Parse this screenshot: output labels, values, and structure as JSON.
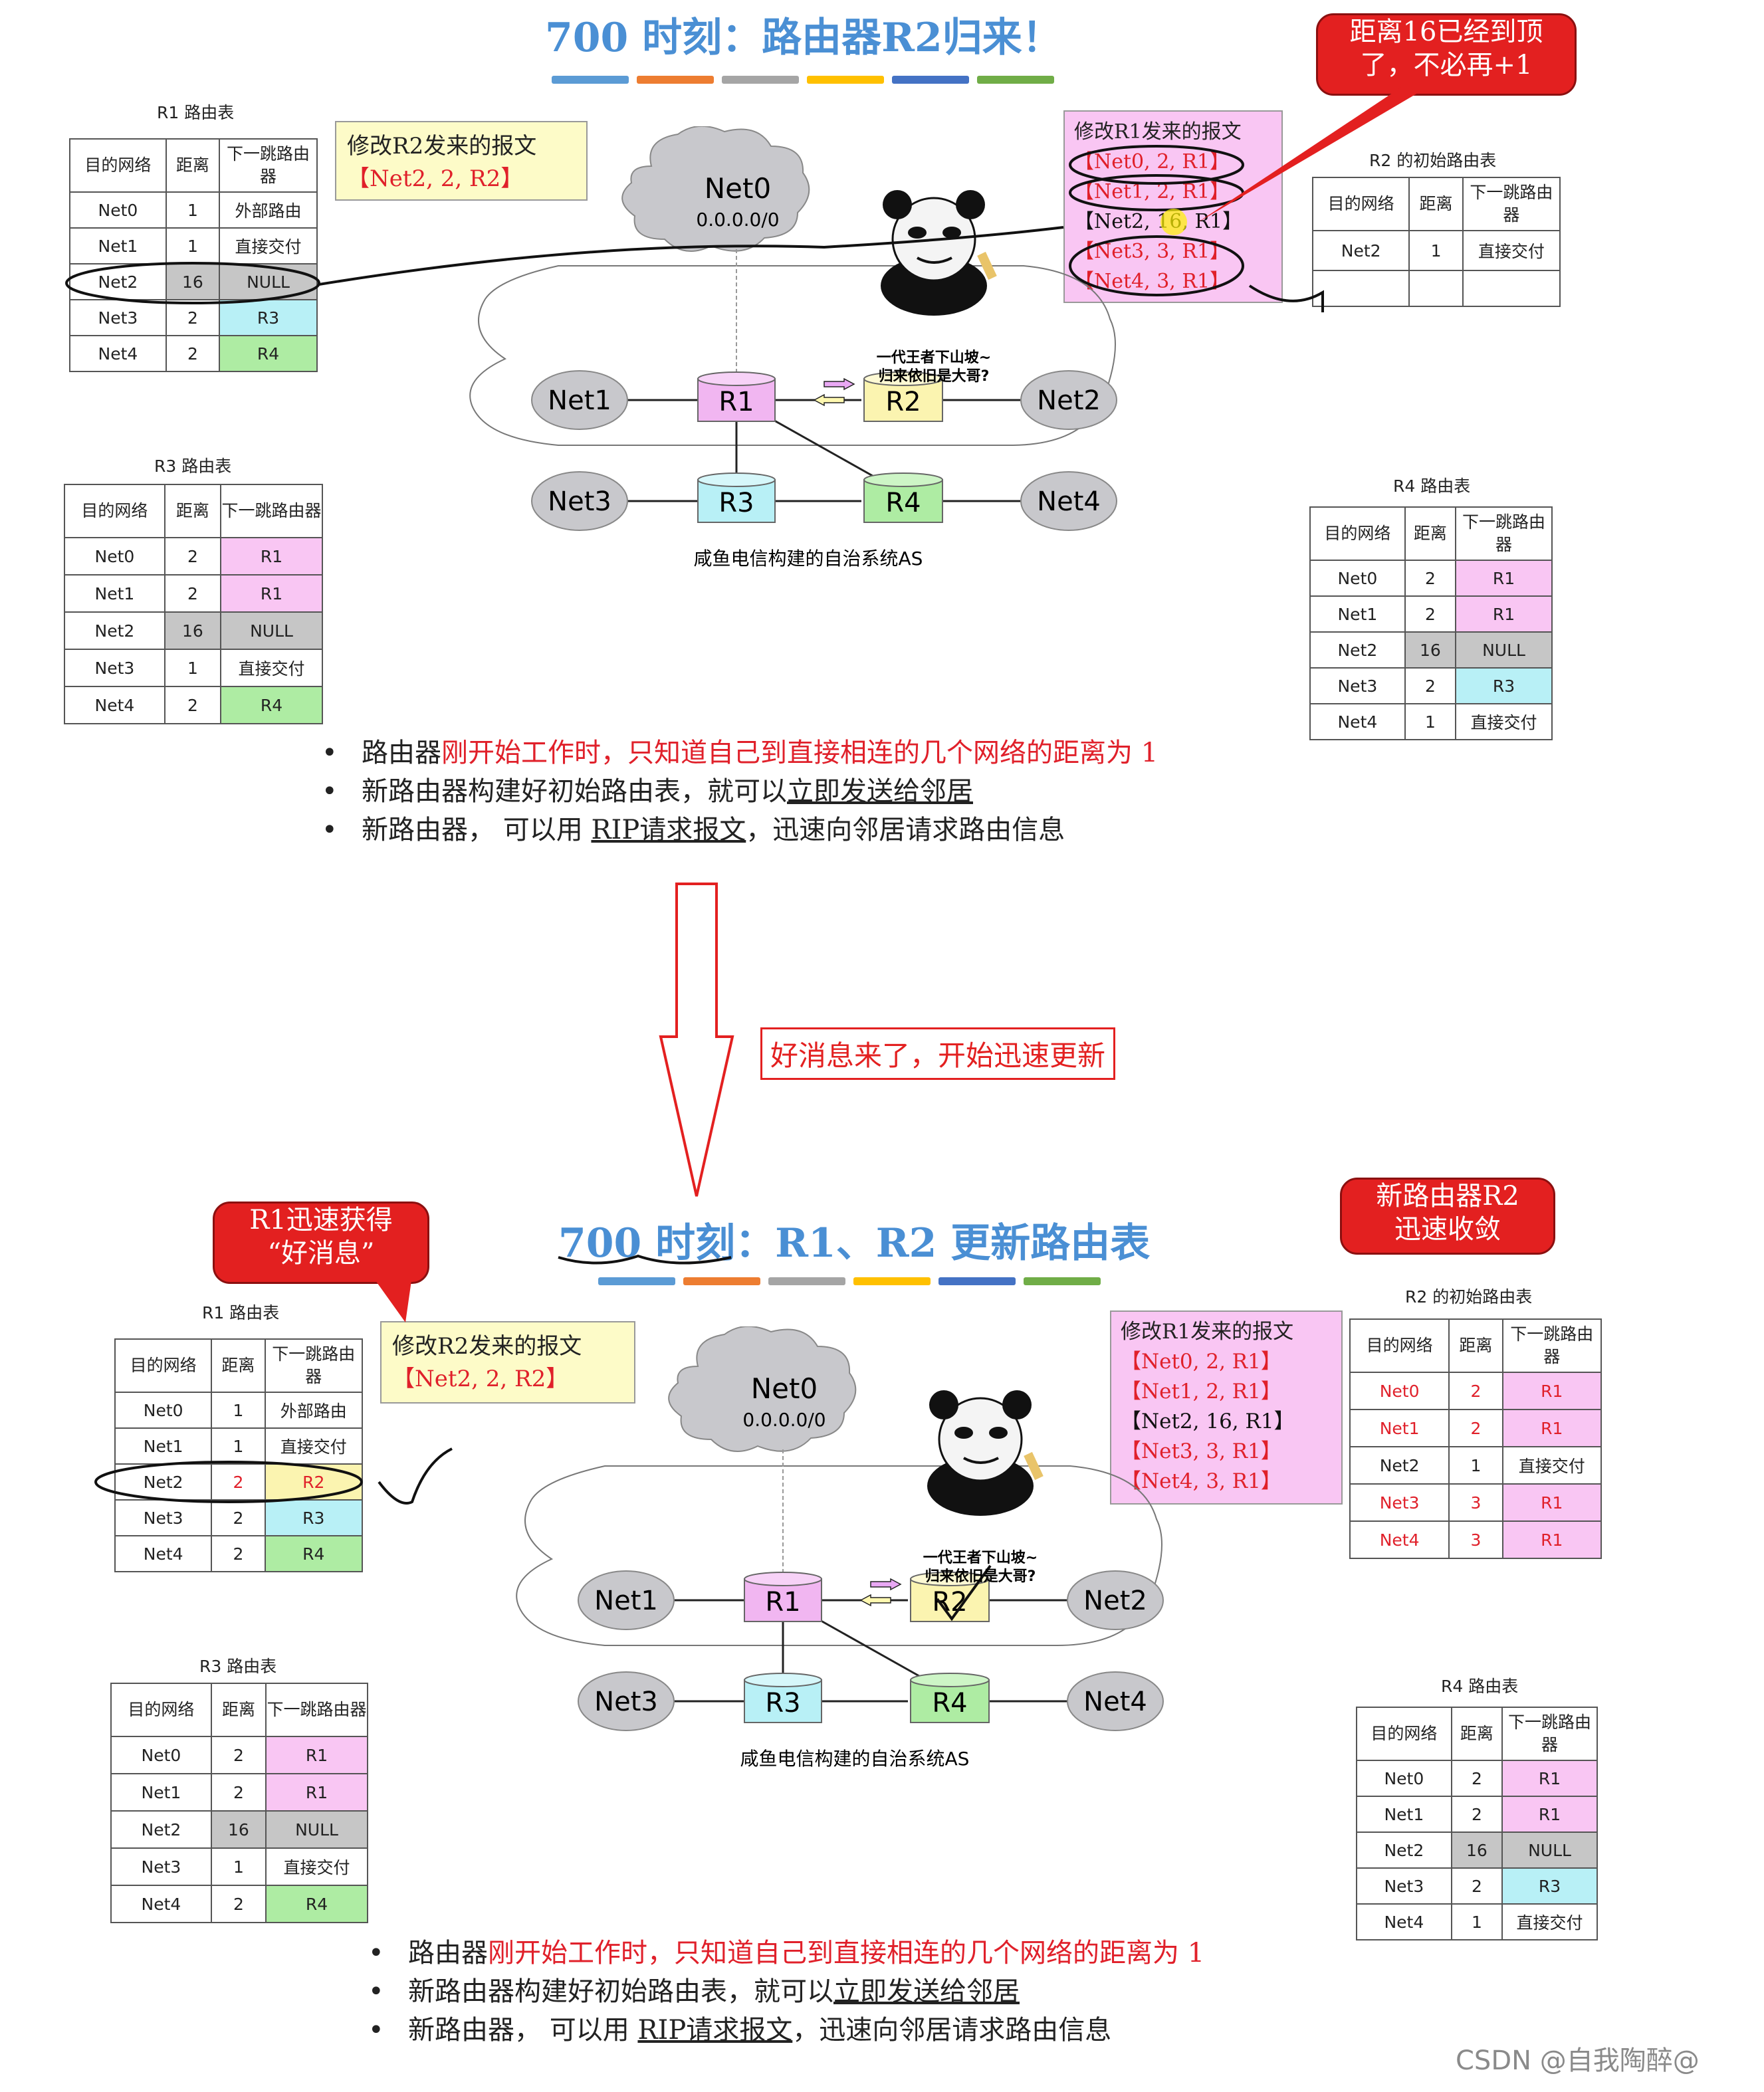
{
  "top": {
    "title": "700 时刻：路由器R2归来！",
    "callout": [
      "距离16已经到顶",
      "了，不必再+1"
    ],
    "r1_table": {
      "caption": "R1 路由表",
      "headers": [
        "目的网络",
        "距离",
        "下一跳路由器"
      ],
      "rows": [
        [
          "Net0",
          "1",
          "外部路由"
        ],
        [
          "Net1",
          "1",
          "直接交付"
        ],
        [
          "Net2",
          "16",
          "NULL"
        ],
        [
          "Net3",
          "2",
          "R3"
        ],
        [
          "Net4",
          "2",
          "R4"
        ]
      ]
    },
    "r3_table": {
      "caption": "R3 路由表",
      "headers": [
        "目的网络",
        "距离",
        "下一跳路由器"
      ],
      "rows": [
        [
          "Net0",
          "2",
          "R1"
        ],
        [
          "Net1",
          "2",
          "R1"
        ],
        [
          "Net2",
          "16",
          "NULL"
        ],
        [
          "Net3",
          "1",
          "直接交付"
        ],
        [
          "Net4",
          "2",
          "R4"
        ]
      ]
    },
    "r2_table": {
      "caption": "R2 的初始路由表",
      "headers": [
        "目的网络",
        "距离",
        "下一跳路由器"
      ],
      "rows": [
        [
          "Net2",
          "1",
          "直接交付"
        ],
        [
          "",
          "",
          ""
        ]
      ]
    },
    "r4_table": {
      "caption": "R4 路由表",
      "headers": [
        "目的网络",
        "距离",
        "下一跳路由器"
      ],
      "rows": [
        [
          "Net0",
          "2",
          "R1"
        ],
        [
          "Net1",
          "2",
          "R1"
        ],
        [
          "Net2",
          "16",
          "NULL"
        ],
        [
          "Net3",
          "2",
          "R3"
        ],
        [
          "Net4",
          "1",
          "直接交付"
        ]
      ]
    },
    "msg_r2": {
      "title": "修改R2发来的报文",
      "lines": [
        "【Net2, 2, R2】"
      ]
    },
    "msg_r1": {
      "title": "修改R1发来的报文",
      "lines": [
        "【Net0, 2, R1】",
        "【Net1, 2, R1】",
        "【Net2, 16, R1】",
        "【Net3, 3, R1】",
        "【Net4, 3, R1】"
      ]
    },
    "bullets": [
      {
        "pre": "路由器",
        "red": "刚开始工作时，只知道自己到直接相连的几个网络的距离为 1",
        "u": "",
        "post": ""
      },
      {
        "pre": "新路由器构建好初始路由表，就可以",
        "red": "",
        "u": "立即发送给邻居",
        "post": ""
      },
      {
        "pre": "新路由器，  可以用 ",
        "red": "",
        "u": "RIP请求报文",
        "post": "，迅速向邻居请求路由信息"
      }
    ]
  },
  "middle_note": "好消息来了，开始迅速更新",
  "bottom": {
    "title": "700 时刻：R1、R2 更新路由表",
    "callout_left": [
      "R1迅速获得",
      "“好消息”"
    ],
    "callout_right": [
      "新路由器R2",
      "迅速收敛"
    ],
    "r1_table": {
      "caption": "R1 路由表",
      "headers": [
        "目的网络",
        "距离",
        "下一跳路由器"
      ],
      "rows": [
        [
          "Net0",
          "1",
          "外部路由"
        ],
        [
          "Net1",
          "1",
          "直接交付"
        ],
        [
          "Net2",
          "2",
          "R2"
        ],
        [
          "Net3",
          "2",
          "R3"
        ],
        [
          "Net4",
          "2",
          "R4"
        ]
      ]
    },
    "r3_table": {
      "caption": "R3 路由表",
      "headers": [
        "目的网络",
        "距离",
        "下一跳路由器"
      ],
      "rows": [
        [
          "Net0",
          "2",
          "R1"
        ],
        [
          "Net1",
          "2",
          "R1"
        ],
        [
          "Net2",
          "16",
          "NULL"
        ],
        [
          "Net3",
          "1",
          "直接交付"
        ],
        [
          "Net4",
          "2",
          "R4"
        ]
      ]
    },
    "r2_table": {
      "caption": "R2 的初始路由表",
      "headers": [
        "目的网络",
        "距离",
        "下一跳路由器"
      ],
      "rows": [
        [
          "Net0",
          "2",
          "R1"
        ],
        [
          "Net1",
          "2",
          "R1"
        ],
        [
          "Net2",
          "1",
          "直接交付"
        ],
        [
          "Net3",
          "3",
          "R1"
        ],
        [
          "Net4",
          "3",
          "R1"
        ]
      ]
    },
    "r4_table": {
      "caption": "R4 路由表",
      "headers": [
        "目的网络",
        "距离",
        "下一跳路由器"
      ],
      "rows": [
        [
          "Net0",
          "2",
          "R1"
        ],
        [
          "Net1",
          "2",
          "R1"
        ],
        [
          "Net2",
          "16",
          "NULL"
        ],
        [
          "Net3",
          "2",
          "R3"
        ],
        [
          "Net4",
          "1",
          "直接交付"
        ]
      ]
    },
    "msg_r2": {
      "title": "修改R2发来的报文",
      "lines": [
        "【Net2, 2, R2】"
      ]
    },
    "msg_r1": {
      "title": "修改R1发来的报文",
      "lines": [
        "【Net0, 2, R1】",
        "【Net1, 2, R1】",
        "【Net2, 16, R1】",
        "【Net3, 3, R1】",
        "【Net4, 3, R1】"
      ]
    },
    "bullets": [
      {
        "pre": "路由器",
        "red": "刚开始工作时，只知道自己到直接相连的几个网络的距离为 1",
        "u": "",
        "post": ""
      },
      {
        "pre": "新路由器构建好初始路由表，就可以",
        "red": "",
        "u": "立即发送给邻居",
        "post": ""
      },
      {
        "pre": "新路由器，  可以用 ",
        "red": "",
        "u": "RIP请求报文",
        "post": "，迅速向邻居请求路由信息"
      }
    ]
  },
  "diagram": {
    "net0_label": "Net0",
    "net0_addr": "0.0.0.0/0",
    "routers": [
      "R1",
      "R2",
      "R3",
      "R4"
    ],
    "nets": [
      "Net1",
      "Net2",
      "Net3",
      "Net4"
    ],
    "as_label": "咸鱼电信构建的自治系统AS",
    "meme_text": [
      "一代王者下山坡~",
      "归来依旧是大哥?"
    ]
  },
  "footer": "CSDN @自我陶醉@",
  "colors": {
    "title_blue": "#4a8fd4",
    "red": "#e0202a",
    "pink": "#f9c6f3",
    "cyan": "#b8f0f6",
    "green": "#aeeca3",
    "gray": "#c6c6c6",
    "yellow": "#fbf4b0"
  },
  "color_bars": [
    "#5b9bd5",
    "#ed7d31",
    "#a5a5a5",
    "#ffc000",
    "#4472c4",
    "#70ad47"
  ]
}
